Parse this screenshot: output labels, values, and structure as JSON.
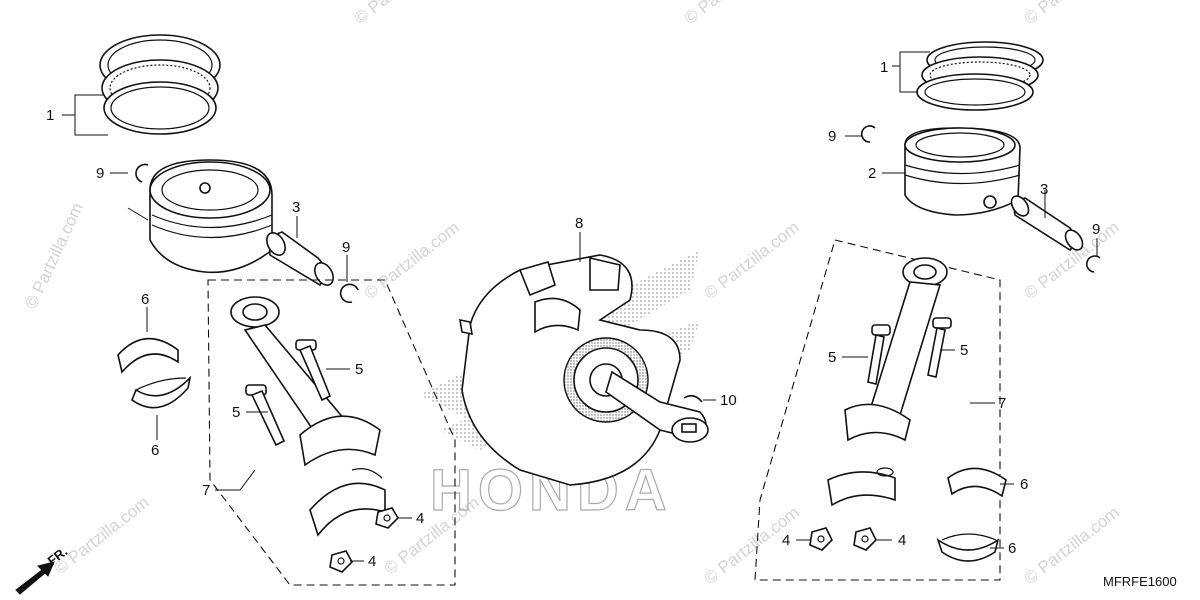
{
  "diagram": {
    "code": "MFRFE1600",
    "front_marker": "FR.",
    "watermark_text": "© Partzilla.com",
    "brand_logo_text": "HONDA",
    "callouts": [
      "1",
      "1",
      "2",
      "3",
      "3",
      "4",
      "4",
      "4",
      "4",
      "5",
      "5",
      "5",
      "5",
      "6",
      "6",
      "6",
      "6",
      "7",
      "7",
      "8",
      "9",
      "9",
      "9",
      "9",
      "10"
    ]
  },
  "colors": {
    "line": "#111111",
    "watermark": "#d4d4d4",
    "background": "#ffffff"
  }
}
